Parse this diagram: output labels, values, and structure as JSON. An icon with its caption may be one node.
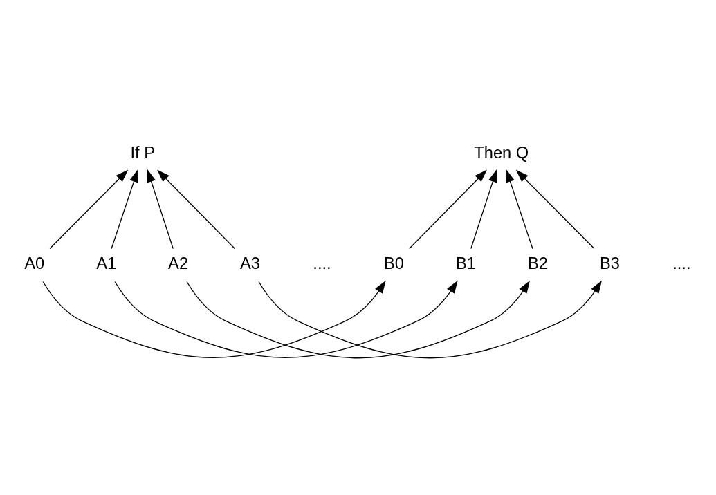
{
  "diagram": {
    "nodes": [
      {
        "text": [
          "If P"
        ]
      },
      {
        "text": [
          "Then Q"
        ]
      },
      {
        "text": [
          "A0"
        ]
      },
      {
        "text": [
          "A1"
        ]
      },
      {
        "text": [
          "A2"
        ]
      },
      {
        "text": [
          "A3"
        ]
      },
      {
        "text": [
          "B0"
        ]
      },
      {
        "text": [
          "B1"
        ]
      },
      {
        "text": [
          "B2"
        ]
      },
      {
        "text": [
          "B3"
        ]
      }
    ],
    "edges": [
      {
        "from": 2,
        "to": 0,
        "arrow": "to"
      },
      {
        "from": 3,
        "to": 0,
        "arrow": "to"
      },
      {
        "from": 4,
        "to": 0,
        "arrow": "to"
      },
      {
        "from": 5,
        "to": 0,
        "arrow": "to"
      },
      {
        "from": 6,
        "to": 1,
        "arrow": "to"
      },
      {
        "from": 7,
        "to": 1,
        "arrow": "to"
      },
      {
        "from": 8,
        "to": 1,
        "arrow": "to"
      },
      {
        "from": 9,
        "to": 1,
        "arrow": "to"
      },
      {
        "from": 2,
        "to": 6,
        "arrow": "to"
      },
      {
        "from": 3,
        "to": 7,
        "arrow": "to"
      },
      {
        "from": 4,
        "to": 8,
        "arrow": "to"
      },
      {
        "from": 5,
        "to": 9,
        "arrow": "to"
      }
    ],
    "labels": [
      "....",
      "...."
    ]
  }
}
